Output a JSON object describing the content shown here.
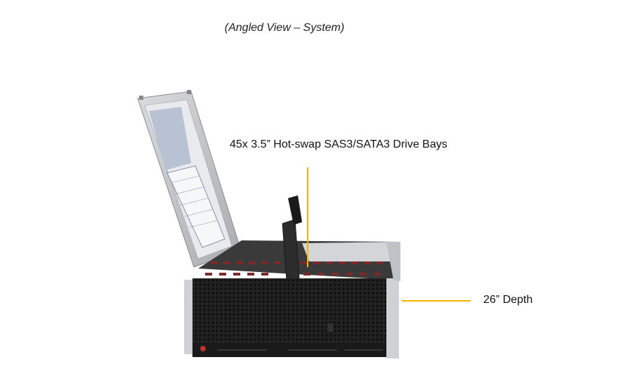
{
  "caption": "(Angled View – System)",
  "callouts": {
    "drive_bays": "45x 3.5” Hot-swap  SAS3/SATA3 Drive Bays",
    "depth": "26” Depth"
  },
  "colors": {
    "callout_line": "#f4b400",
    "chassis_dark": "#1b1b1b",
    "chassis_metal": "#c8cacd"
  }
}
